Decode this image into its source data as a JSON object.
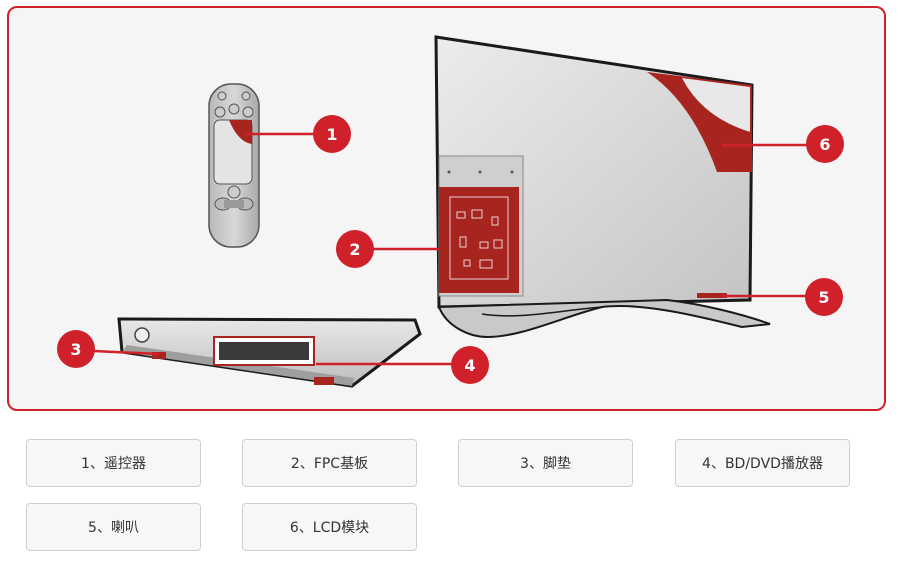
{
  "callouts": [
    {
      "id": "1",
      "label": "1、遥控器"
    },
    {
      "id": "2",
      "label": "2、FPC基板"
    },
    {
      "id": "3",
      "label": "3、脚垫"
    },
    {
      "id": "4",
      "label": "4、BD/DVD播放器"
    },
    {
      "id": "5",
      "label": "5、喇叭"
    },
    {
      "id": "6",
      "label": "6、LCD模块"
    }
  ],
  "colors": {
    "accent": "#d0202a",
    "highlight": "#a8241f",
    "outline": "#1a1a1a",
    "device_fill": "#d9d9d9"
  }
}
